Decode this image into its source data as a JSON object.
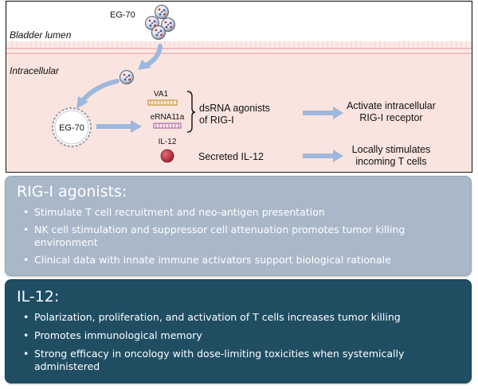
{
  "diagram": {
    "drug_label_top": "EG-70",
    "lumen_label": "Bladder lumen",
    "intracellular_label": "Intracellular",
    "drug_label_ring": "EG-70",
    "va1_label": "VA1",
    "erna_label": "eRNA11a",
    "il12_small_label": "IL-12",
    "dsrna_text_line1": "dsRNA agonists",
    "dsrna_text_line2": "of RIG-I",
    "activate_line1": "Activate intracellular",
    "activate_line2": "RIG-I receptor",
    "secreted_text": "Secreted IL-12",
    "stimulates_line1": "Locally stimulates",
    "stimulates_line2": "incoming T cells",
    "colors": {
      "cell_background": "#f9e4df",
      "membrane": "#e4a6a6",
      "arrow": "#9db8dc",
      "il12_dot": "#b7323f",
      "va1_strand": "#c99a3c",
      "erna_strand": "#b46fb1"
    }
  },
  "rig_panel": {
    "title": "RIG-I agonists:",
    "bullets": [
      "Stimulate T cell recruitment and neo-antigen presentation",
      "NK cell stimulation and suppressor cell attenuation promotes tumor killing environment",
      "Clinical data with innate immune activators support biological rationale"
    ]
  },
  "il12_panel": {
    "title": "IL-12:",
    "bullets": [
      "Polarization, proliferation, and activation of T cells increases tumor killing",
      "Promotes immunological memory",
      "Strong efficacy in oncology with dose-limiting toxicities when systemically administered"
    ]
  }
}
